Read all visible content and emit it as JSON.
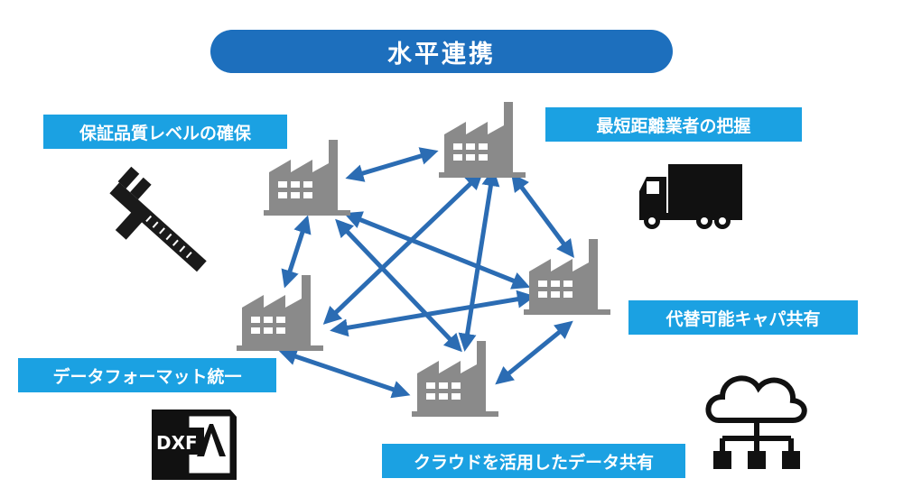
{
  "title": "水平連携",
  "labels": {
    "quality": "保証品質レベルの確保",
    "nearest": "最短距離業者の把握",
    "capacity": "代替可能キャパ共有",
    "format": "データフォーマット統一",
    "cloud": "クラウドを活用したデータ共有"
  },
  "icons": {
    "caliper": "caliper-icon",
    "truck": "truck-icon",
    "dxf_file": "dxf-file-icon",
    "cloud_network": "cloud-network-icon",
    "factory": "factory-icon"
  },
  "dxf_text": "DXF",
  "colors": {
    "title_bg": "#1d6fbd",
    "label_bg": "#1ba1e2",
    "arrow": "#2b6cb3",
    "factory": "#8a8a8a"
  }
}
